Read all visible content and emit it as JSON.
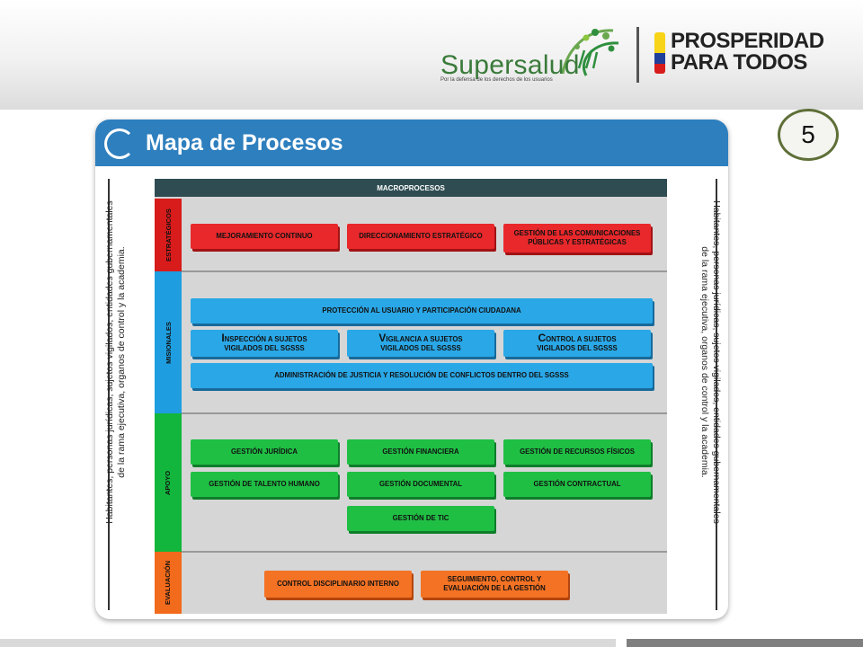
{
  "header": {
    "supersalud": {
      "brand": "Supersalud",
      "tagline": "Por la defensa de los derechos de los usuarios"
    },
    "prosperidad": {
      "line1": "PROSPERIDAD",
      "line2": "PARA TODOS"
    },
    "flag_colors": [
      "#f7d417",
      "#1f3f9a",
      "#d81b1b"
    ]
  },
  "page_number": "5",
  "slide": {
    "title": "Mapa de Procesos",
    "side_text": "Habitantes, personas jurídicas, sujetos vigilados, entidades gubernamentales de la rama ejecutiva, organos de control y la academia.",
    "macro_header": "MACROPROCESOS",
    "rows": {
      "estrategicos": {
        "label": "ESTRATÉGICOS",
        "items": [
          "MEJORAMIENTO CONTINUO",
          "DIRECCIONAMIENTO ESTRATÉGICO",
          "GESTIÓN DE LAS COMUNICACIONES PÚBLICAS Y ESTRATÉGICAS"
        ]
      },
      "misionales": {
        "label": "MISIONALES",
        "top": "PROTECCIÓN AL USUARIO Y PARTICIPACIÓN CIUDADANA",
        "mid": [
          {
            "initial": "I",
            "rest": "NSPECCIÓN A SUJETOS",
            "line2": "VIGILADOS DEL SGSSS"
          },
          {
            "initial": "V",
            "rest": "IGILANCIA A SUJETOS",
            "line2": "VIGILADOS DEL SGSSS"
          },
          {
            "initial": "C",
            "rest": "ONTROL A SUJETOS",
            "line2": "VIGILADOS DEL SGSSS"
          }
        ],
        "bottom": "ADMINISTRACIÓN DE JUSTICIA Y RESOLUCIÓN DE CONFLICTOS DENTRO DEL SGSSS"
      },
      "apoyo": {
        "label": "APOYO",
        "items": [
          "GESTIÓN JURÍDICA",
          "GESTIÓN FINANCIERA",
          "GESTIÓN DE RECURSOS FÍSICOS",
          "GESTIÓN DE TALENTO HUMANO",
          "GESTIÓN DOCUMENTAL",
          "GESTIÓN CONTRACTUAL",
          "GESTIÓN DE TIC"
        ]
      },
      "evaluacion": {
        "label": "EVALUACIÓN",
        "items": [
          "CONTROL DISCIPLINARIO INTERNO",
          "SEGUIMIENTO, CONTROL Y EVALUACIÓN DE LA GESTIÓN"
        ]
      }
    }
  },
  "colors": {
    "title_bar": "#2e7fbe",
    "estrategicos": "#e8282b",
    "misionales": "#2aa7e6",
    "apoyo": "#1fbf44",
    "evaluacion": "#f47224"
  }
}
